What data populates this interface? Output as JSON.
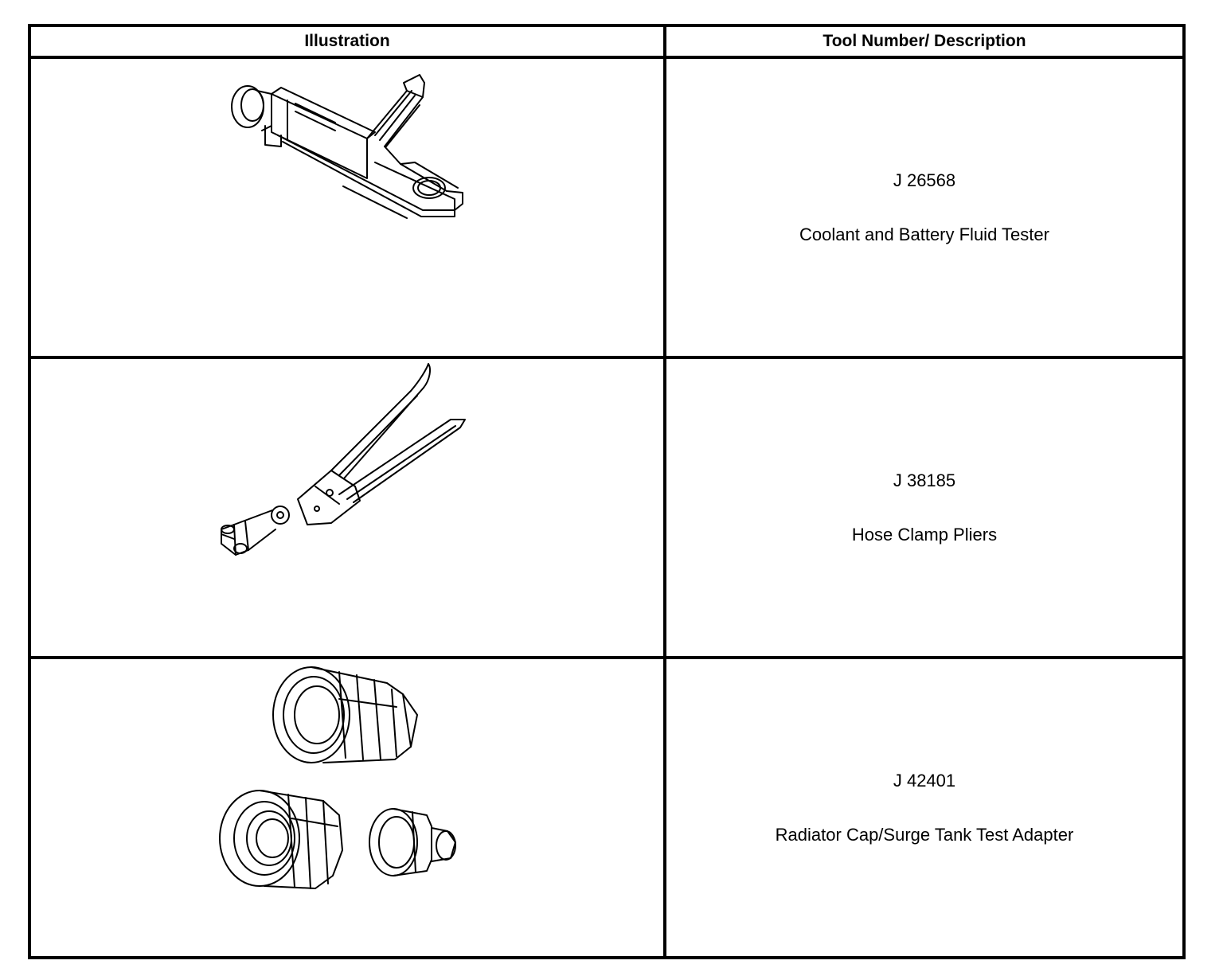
{
  "table": {
    "headers": {
      "illustration": "Illustration",
      "description": "Tool Number/ Description"
    },
    "rows": [
      {
        "tool_number": "J 26568",
        "description": "Coolant and Battery Fluid Tester",
        "illustration_icon": "fluid-tester-icon"
      },
      {
        "tool_number": "J 38185",
        "description": "Hose Clamp Pliers",
        "illustration_icon": "hose-clamp-pliers-icon"
      },
      {
        "tool_number": "J 42401",
        "description": "Radiator Cap/Surge Tank Test Adapter",
        "illustration_icon": "test-adapter-icon"
      }
    ]
  }
}
